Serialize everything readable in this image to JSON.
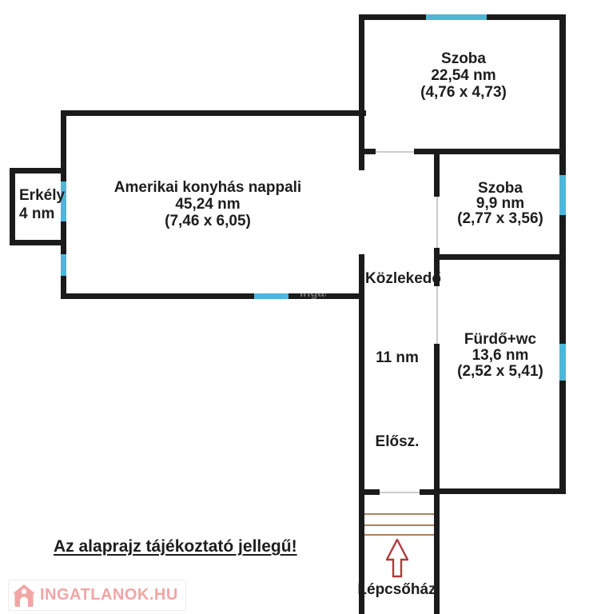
{
  "rooms": {
    "szoba_top": {
      "name": "Szoba",
      "area": "22,54 nm",
      "dims": "(4,76 x 4,73)"
    },
    "nappali": {
      "name": "Amerikai konyhás nappali",
      "area": "45,24 nm",
      "dims": "(7,46 x 6,05)"
    },
    "erkely": {
      "name": "Erkély",
      "area": "4 nm"
    },
    "szoba_kis": {
      "name": "Szoba",
      "area": "9,9 nm",
      "dims": "(2,77 x 3,56)"
    },
    "kozlekedo": {
      "name": "Közlekedő",
      "area": "11 nm"
    },
    "eloszoba": {
      "name": "Elősz."
    },
    "furdo": {
      "name": "Fürdő+wc",
      "area": "13,6 nm",
      "dims": "(2,52 x 5,41)"
    },
    "lepcsohaz": {
      "name": "Lépcsőház",
      "icon": "up-arrow-icon"
    }
  },
  "note": "Az alaprajz tájékoztató jellegű!",
  "watermark": {
    "brand": "INGATLANOK.HU",
    "icon": "house-icon",
    "ghost": "ingatlanok.hu"
  },
  "colors": {
    "wall": "#1b1b1b",
    "window": "#4cb8d9",
    "door_gap": "#cccccc",
    "stair": "#a9825e",
    "arrow": "#b03b3b",
    "brand_pink": "#f2a5a5",
    "text": "#1d1d1d"
  }
}
